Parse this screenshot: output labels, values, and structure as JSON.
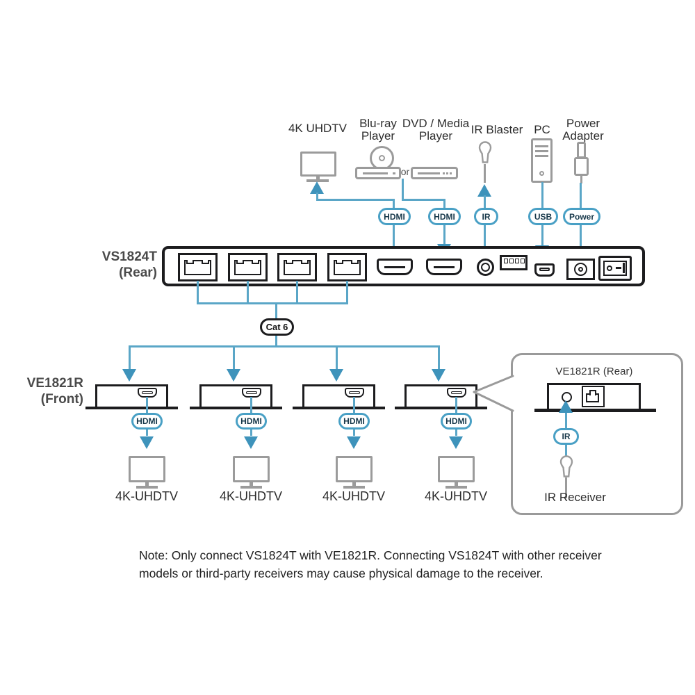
{
  "diagram": {
    "sources": {
      "uhdtv": "4K UHDTV",
      "bluray_l1": "Blu-ray",
      "bluray_l2": "Player",
      "or": "or",
      "dvd_l1": "DVD / Media",
      "dvd_l2": "Player",
      "ir_blaster": "IR Blaster",
      "pc": "PC",
      "power_l1": "Power",
      "power_l2": "Adapter"
    },
    "ports": {
      "hdmi_out": "HDMI",
      "hdmi_in": "HDMI",
      "ir": "IR",
      "usb": "USB",
      "power": "Power"
    },
    "cable": "Cat 6",
    "transmitter": {
      "model": "VS1824T",
      "view": "(Rear)"
    },
    "receiver_front": {
      "model": "VE1821R",
      "view": "(Front)"
    },
    "receivers": [
      {
        "port": "HDMI",
        "display": "4K-UHDTV"
      },
      {
        "port": "HDMI",
        "display": "4K-UHDTV"
      },
      {
        "port": "HDMI",
        "display": "4K-UHDTV"
      },
      {
        "port": "HDMI",
        "display": "4K-UHDTV"
      }
    ],
    "inset": {
      "title": "VE1821R (Rear)",
      "port": "IR",
      "device": "IR Receiver"
    },
    "note": {
      "line1": "Note: Only connect VS1824T with VE1821R. Connecting VS1824T with other receiver",
      "line2": "models or third-party receivers may cause physical damage to the receiver."
    },
    "colors": {
      "line_blue": "#5aa6c7",
      "arrow_blue": "#3e93bb",
      "pill_blue": "#49a0c5",
      "pill_text": "#17384a",
      "outline_dark": "#1c1c1e",
      "icon_gray": "#9b9b9b",
      "text_dark": "#2d2d2d",
      "label_gray": "#4a4a4a",
      "inset_border": "#9a9a9a"
    }
  }
}
